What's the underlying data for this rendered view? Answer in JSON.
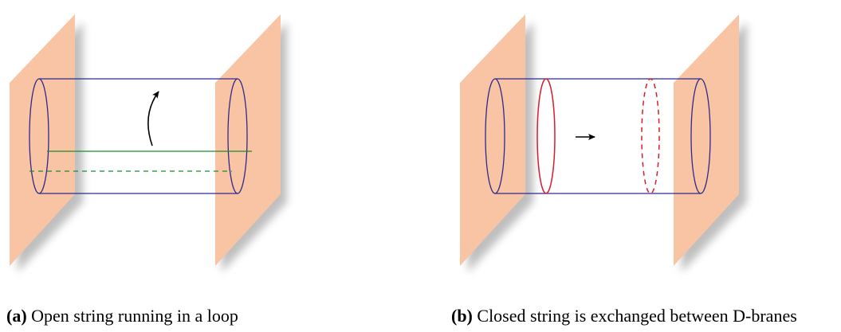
{
  "colors": {
    "brane_fill": "#f9c4a4",
    "cylinder_stroke": "#2e2a8c",
    "open_string": "#1f8a2a",
    "closed_string": "#d91b2b",
    "arrow": "#000000",
    "shadow": "#8a8a8a"
  },
  "panel_a": {
    "label": "(a)",
    "caption": "Open string running in a loop"
  },
  "panel_b": {
    "label": "(b)",
    "caption": "Closed string is exchanged between D-branes"
  }
}
